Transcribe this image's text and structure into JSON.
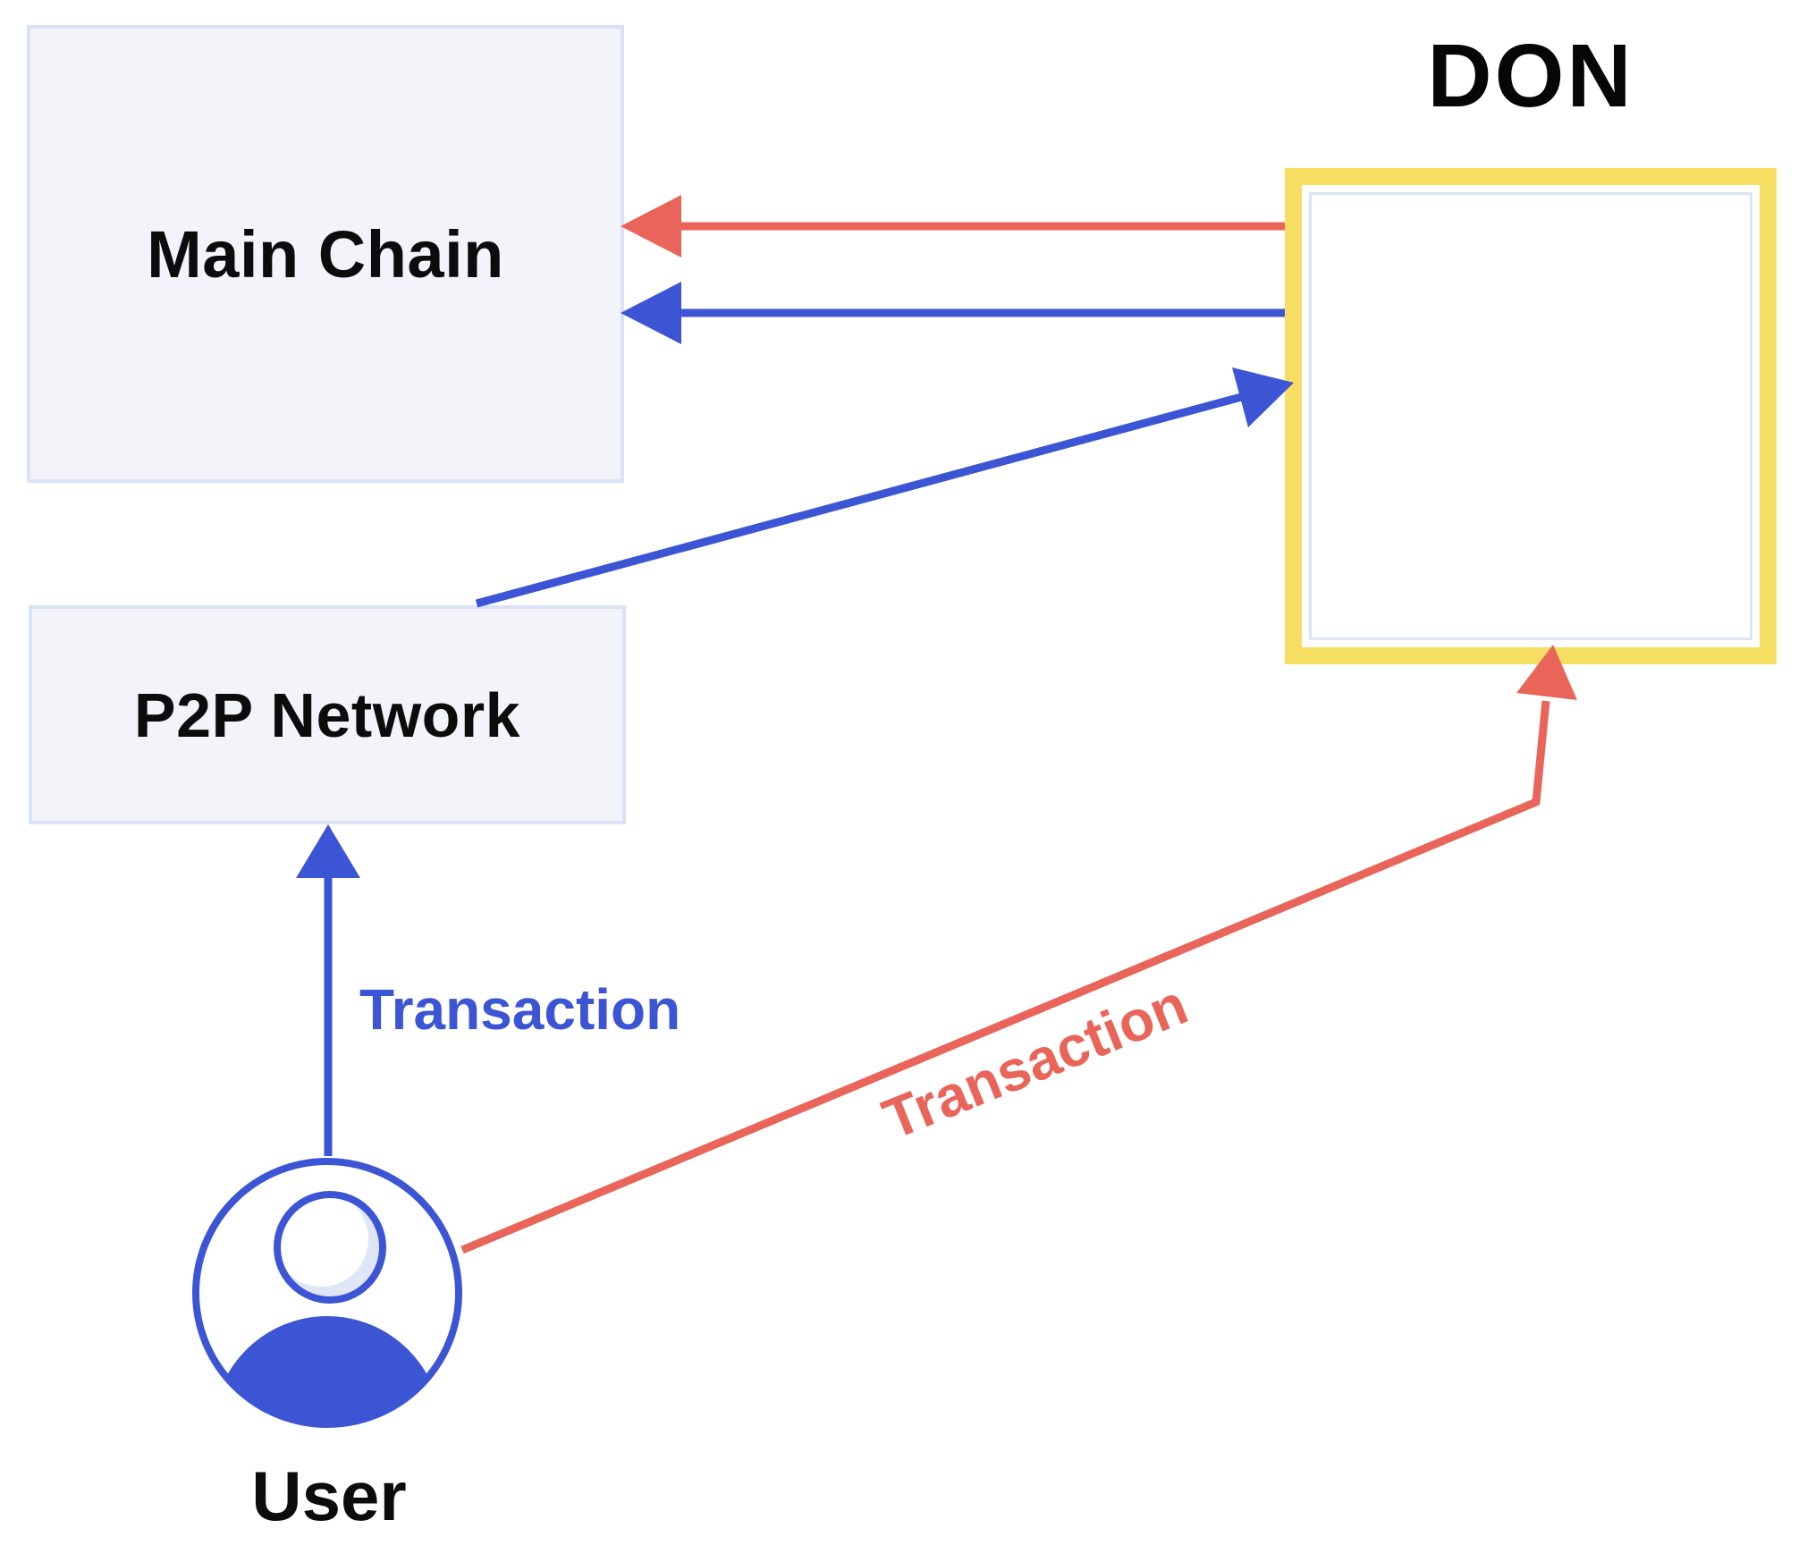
{
  "diagram": {
    "title": "DON",
    "nodes": {
      "main_chain": {
        "label": "Main Chain"
      },
      "p2p_network": {
        "label": "P2P Network"
      },
      "don": {
        "label": "DON"
      },
      "user": {
        "label": "User",
        "icon": "user-avatar-icon"
      }
    },
    "edges": [
      {
        "from": "don",
        "to": "main_chain",
        "color": "#E9655A",
        "label": ""
      },
      {
        "from": "don",
        "to": "main_chain",
        "color": "#3C55D5",
        "label": ""
      },
      {
        "from": "p2p_network",
        "to": "don",
        "color": "#3C55D5",
        "label": ""
      },
      {
        "from": "user",
        "to": "p2p_network",
        "color": "#3C55D5",
        "label": "Transaction"
      },
      {
        "from": "user",
        "to": "don",
        "color": "#E9655A",
        "label": "Transaction"
      }
    ],
    "labels": {
      "transaction_blue": "Transaction",
      "transaction_red": "Transaction"
    },
    "colors": {
      "blue": "#3C55D5",
      "red": "#E9655A",
      "yellow": "#F6DE62",
      "node_fill": "#F2F4FA",
      "node_border": "#DBE2F6",
      "don_inner_border": "#DDE4F6",
      "avatar_shade": "#DFE6F8",
      "text": "#0C0C0C"
    }
  }
}
